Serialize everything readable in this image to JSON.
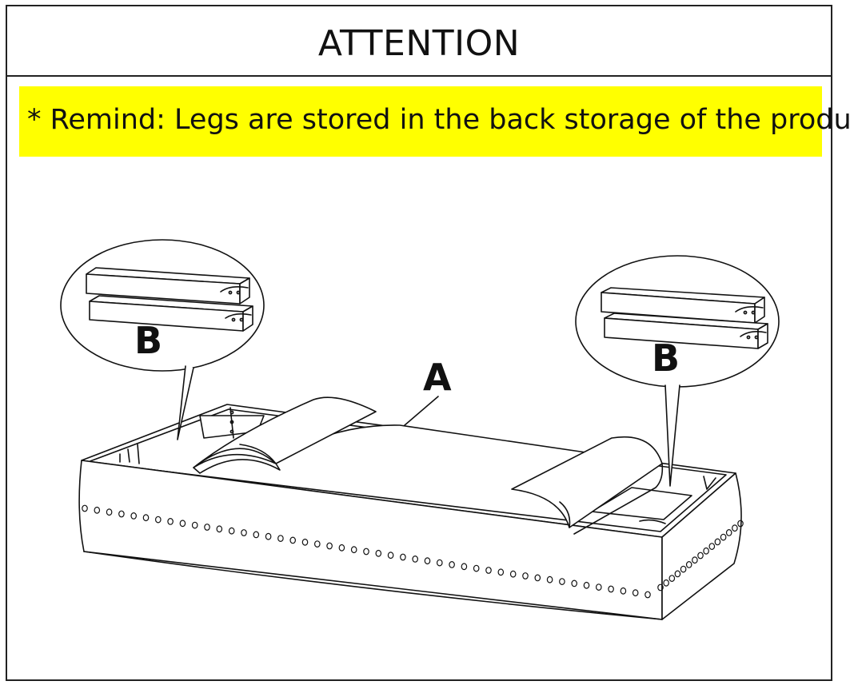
{
  "title": "ATTENTION",
  "banner": {
    "text": "* Remind: Legs are stored in the back storage of the product.",
    "color": "#ffff00"
  },
  "labels": {
    "part_a": "A",
    "part_b_left": "B",
    "part_b_right": "B"
  }
}
